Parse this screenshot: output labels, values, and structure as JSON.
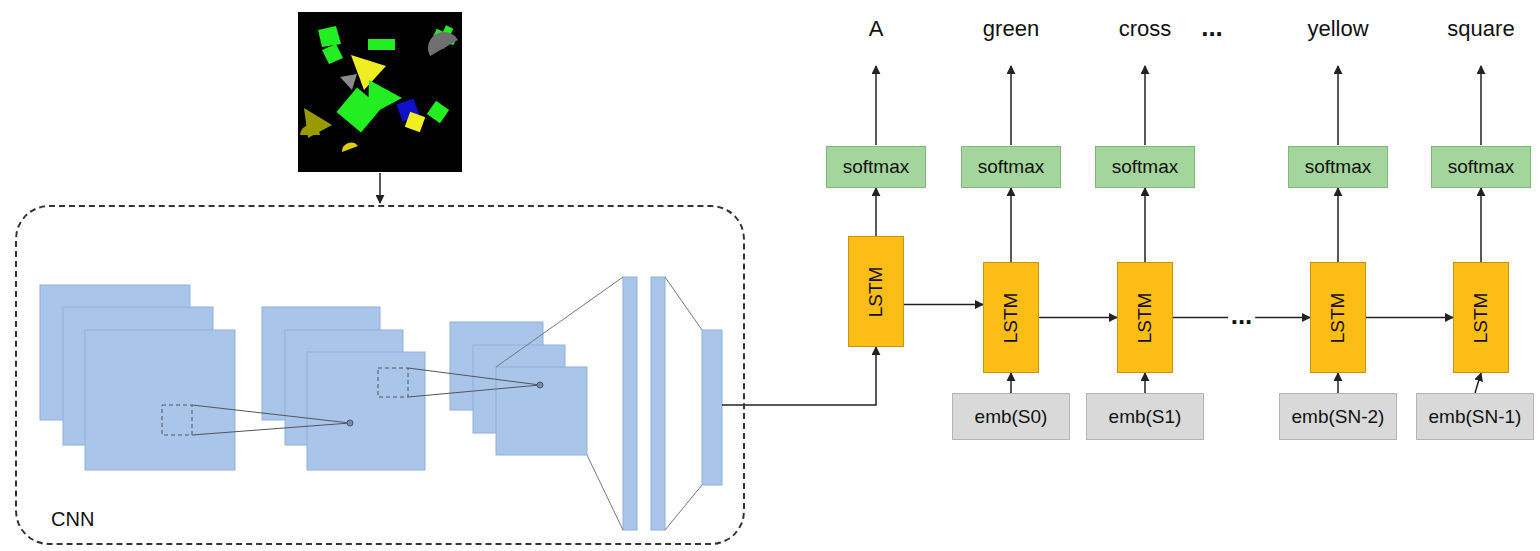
{
  "diagram": {
    "nodes": [
      {
        "text": [
          "CNN"
        ]
      },
      {
        "text": [
          "softmax"
        ]
      },
      {
        "text": [
          "softmax"
        ]
      },
      {
        "text": [
          "softmax"
        ]
      },
      {
        "text": [
          "softmax"
        ]
      },
      {
        "text": [
          "softmax"
        ]
      },
      {
        "text": [
          "LSTM"
        ]
      },
      {
        "text": [
          "LSTM"
        ]
      },
      {
        "text": [
          "LSTM"
        ]
      },
      {
        "text": [
          "LSTM"
        ]
      },
      {
        "text": [
          "LSTM"
        ]
      },
      {
        "text": [
          "emb(S0)"
        ]
      },
      {
        "text": [
          "emb(S1)"
        ]
      },
      {
        "text": [
          "emb(SN-2)"
        ]
      },
      {
        "text": [
          "emb(SN-1)"
        ]
      }
    ],
    "edges": [
      {
        "from": 0,
        "to": 6,
        "arrow": "to"
      },
      {
        "from": 6,
        "to": 1,
        "arrow": "to"
      },
      {
        "from": 7,
        "to": 2,
        "arrow": "to"
      },
      {
        "from": 8,
        "to": 3,
        "arrow": "to"
      },
      {
        "from": 9,
        "to": 4,
        "arrow": "to"
      },
      {
        "from": 10,
        "to": 5,
        "arrow": "to"
      },
      {
        "from": 6,
        "to": 7,
        "arrow": "to"
      },
      {
        "from": 7,
        "to": 8,
        "arrow": "to"
      },
      {
        "from": 8,
        "to": 9,
        "label": "...",
        "arrow": "to"
      },
      {
        "from": 9,
        "to": 10,
        "arrow": "to"
      },
      {
        "from": 11,
        "to": 7,
        "arrow": "to"
      },
      {
        "from": 12,
        "to": 8,
        "arrow": "to"
      },
      {
        "from": 13,
        "to": 9,
        "arrow": "to"
      },
      {
        "from": 14,
        "to": 10,
        "arrow": "to"
      }
    ],
    "labels": [
      "A",
      "green",
      "cross",
      "...",
      "yellow",
      "square"
    ]
  }
}
